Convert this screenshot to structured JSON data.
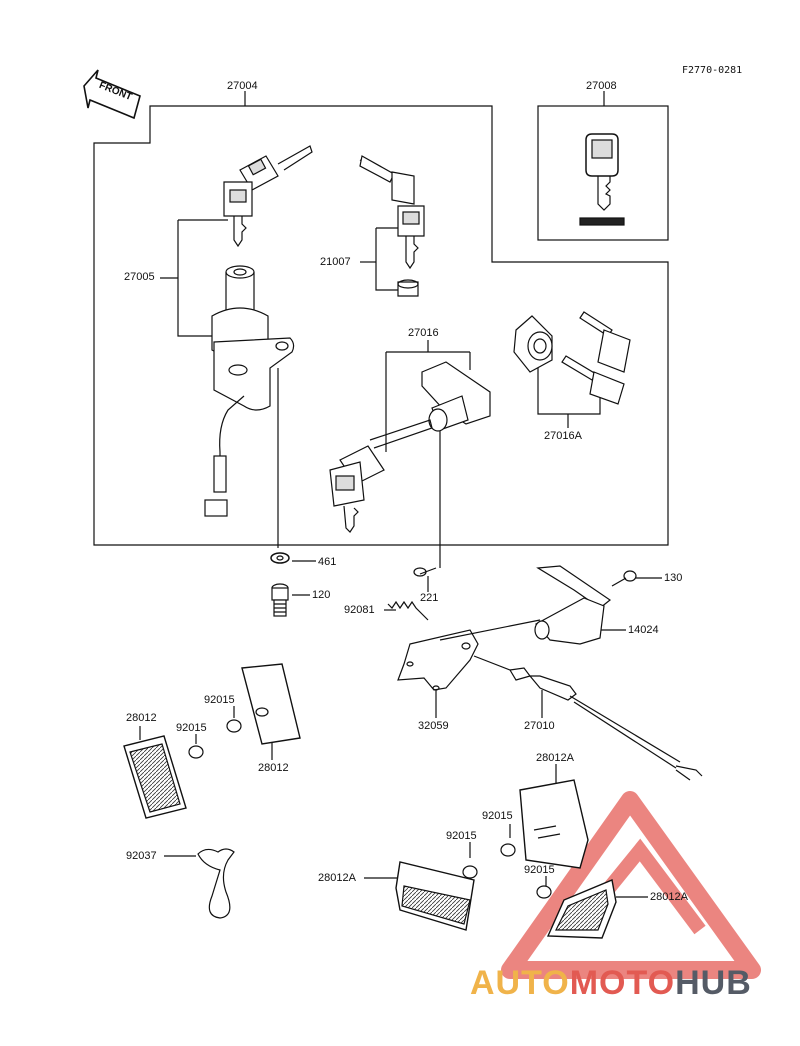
{
  "figure_code": "F2770-0281",
  "front_arrow": "FRONT",
  "labels": {
    "p27004": "27004",
    "p27008": "27008",
    "p27005": "27005",
    "p21007": "21007",
    "p27016": "27016",
    "p27016A": "27016A",
    "p461": "461",
    "p221": "221",
    "p130": "130",
    "p120": "120",
    "p92081": "92081",
    "p14024": "14024",
    "p32059": "32059",
    "p27010": "27010",
    "p28012_left": "28012",
    "p92015_a": "92015",
    "p92015_b": "92015",
    "p28012_mid": "28012",
    "p28012A_top": "28012A",
    "p92015_c": "92015",
    "p92015_d": "92015",
    "p92015_e": "92015",
    "p28012A_left": "28012A",
    "p28012A_right": "28012A",
    "p92037": "92037"
  },
  "watermark": {
    "part1": "AUTO",
    "part2": "MOTO",
    "part3": "HUB"
  },
  "colors": {
    "line": "#111111",
    "watermark_orange": "#f0b34a",
    "watermark_red": "#e25a52",
    "watermark_gray": "#555b66"
  }
}
